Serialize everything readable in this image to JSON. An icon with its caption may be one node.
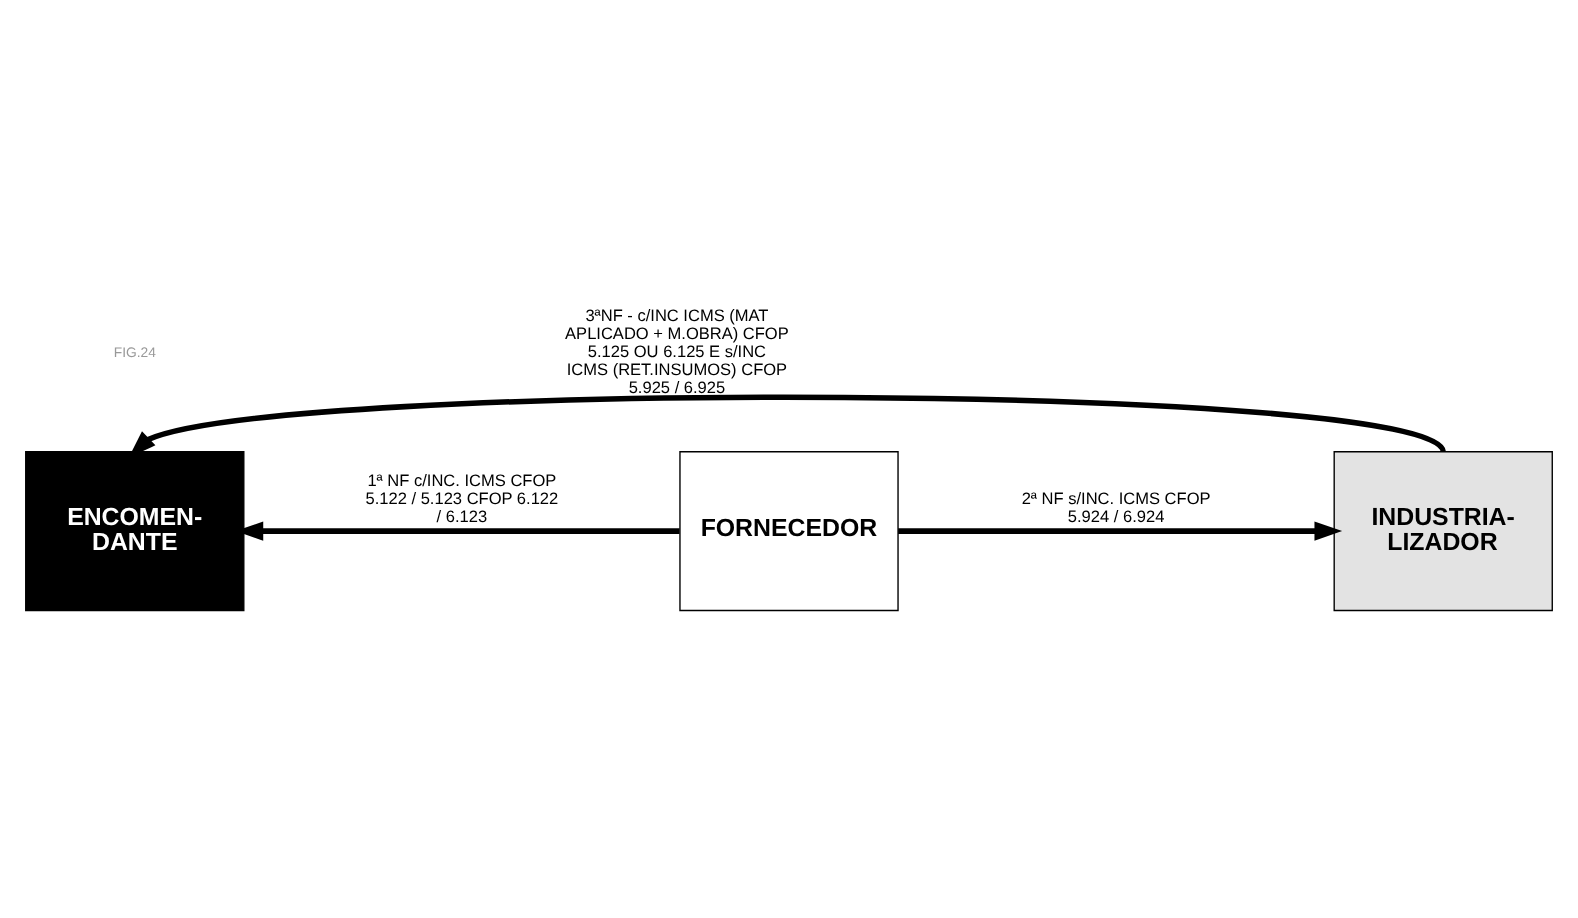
{
  "diagram": {
    "nodes": [
      {
        "text": [
          "ENCOMEN- DANTE"
        ]
      },
      {
        "text": [
          "FORNECEDOR"
        ]
      },
      {
        "text": [
          "INDUSTRIA- LIZADOR"
        ]
      }
    ],
    "edges": [
      {
        "from": 2,
        "to": 0,
        "arrow": "to",
        "label": "3ªNF - c/INC ICMS (MAT APLICADO + M.OBRA) CFOP  5.125 OU 6.125 E s/INC ICMS (RET.INSUMOS) CFOP 5.925 / 6.925"
      },
      {
        "from": 1,
        "to": 0,
        "arrow": "to",
        "label": "1ª NF c/INC. ICMS CFOP 5.122 / 5.123 CFOP 6.122 / 6.123"
      },
      {
        "from": 1,
        "to": 2,
        "arrow": "to",
        "label": "2ª NF s/INC. ICMS CFOP 5.924 / 6.924"
      }
    ],
    "labels": [
      "FIG.24"
    ]
  }
}
